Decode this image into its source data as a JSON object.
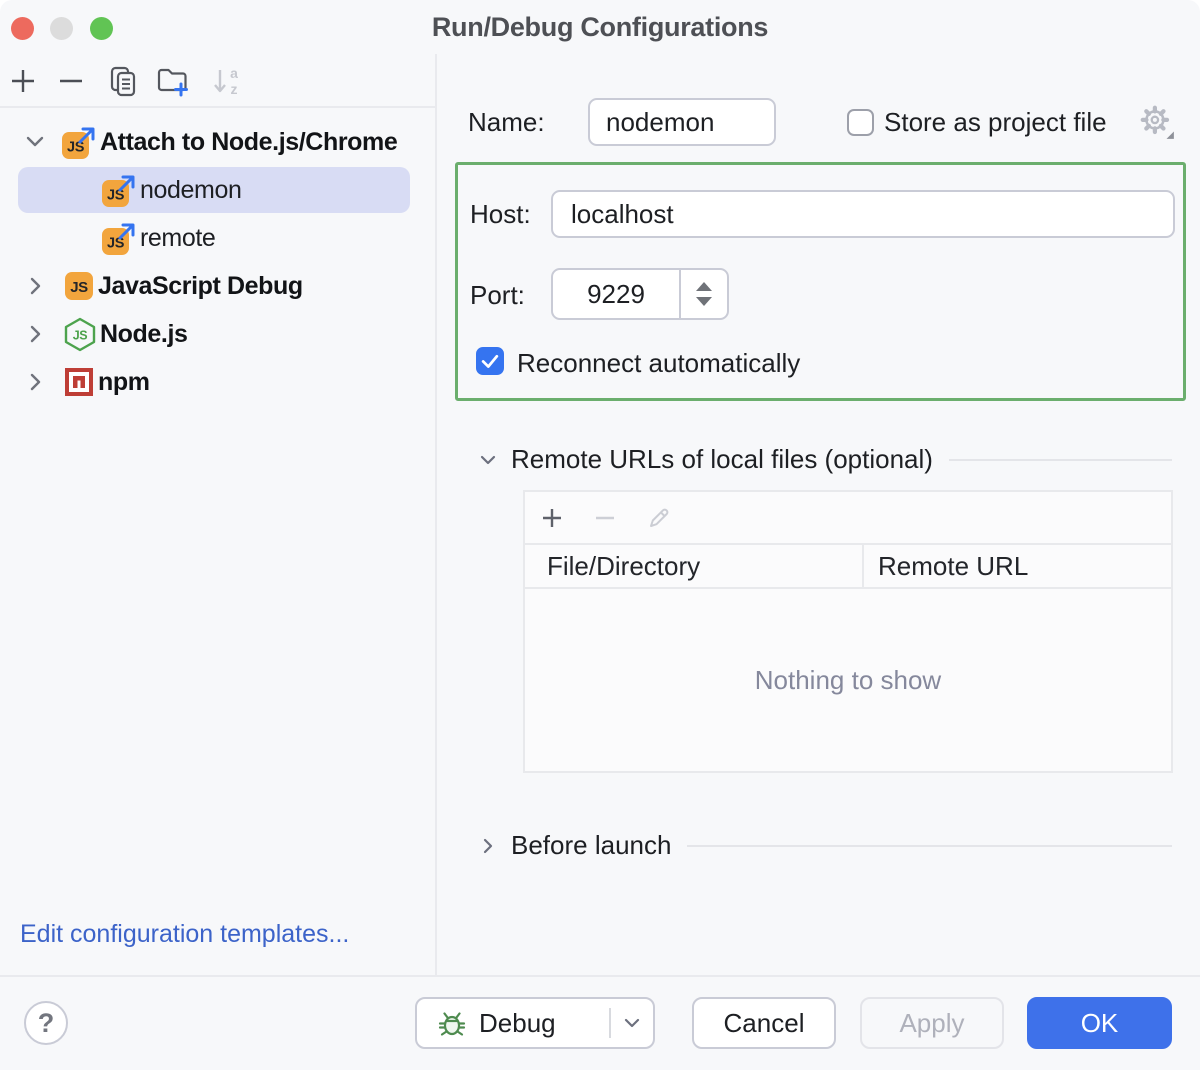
{
  "window": {
    "title": "Run/Debug Configurations"
  },
  "sidebar": {
    "toolbar_icons": [
      "add-icon",
      "remove-icon",
      "copy-icon",
      "new-folder-icon",
      "sort-alphabetically-icon"
    ],
    "tree": [
      {
        "label": "Attach to Node.js/Chrome",
        "icon": "js-attach",
        "expanded": true,
        "bold": true
      },
      {
        "label": "nodemon",
        "icon": "js-attach",
        "selected": true
      },
      {
        "label": "remote",
        "icon": "js-attach",
        "selected": false
      },
      {
        "label": "JavaScript Debug",
        "icon": "js",
        "collapsed": true,
        "bold": true
      },
      {
        "label": "Node.js",
        "icon": "nodejs",
        "collapsed": true,
        "bold": true
      },
      {
        "label": "npm",
        "icon": "npm",
        "collapsed": true,
        "bold": true
      }
    ],
    "edit_templates_link": "Edit configuration templates..."
  },
  "form": {
    "name_label": "Name:",
    "name_value": "nodemon",
    "store_label": "Store as project file",
    "store_checked": false,
    "host_label": "Host:",
    "host_value": "localhost",
    "port_label": "Port:",
    "port_value": "9229",
    "reconnect_label": "Reconnect automatically",
    "reconnect_checked": true
  },
  "sections": {
    "remote_urls_title": "Remote URLs of local files (optional)",
    "before_launch_title": "Before launch"
  },
  "table": {
    "columns": [
      "File/Directory",
      "Remote URL"
    ],
    "rows": [],
    "empty_text": "Nothing to show"
  },
  "footer": {
    "help_glyph": "?",
    "debug_label": "Debug",
    "cancel_label": "Cancel",
    "apply_label": "Apply",
    "ok_label": "OK"
  },
  "colors": {
    "accent_blue": "#3574F0",
    "ok_blue": "#3E71EA",
    "selection_lavender": "#D8DCF4",
    "highlight_green": "#6BAE6D",
    "link_blue": "#3C63C9",
    "js_icon_orange": "#F2A53D",
    "nodejs_green": "#4DA34D",
    "npm_red": "#BE3E36",
    "bug_green": "#4E8B4F"
  }
}
